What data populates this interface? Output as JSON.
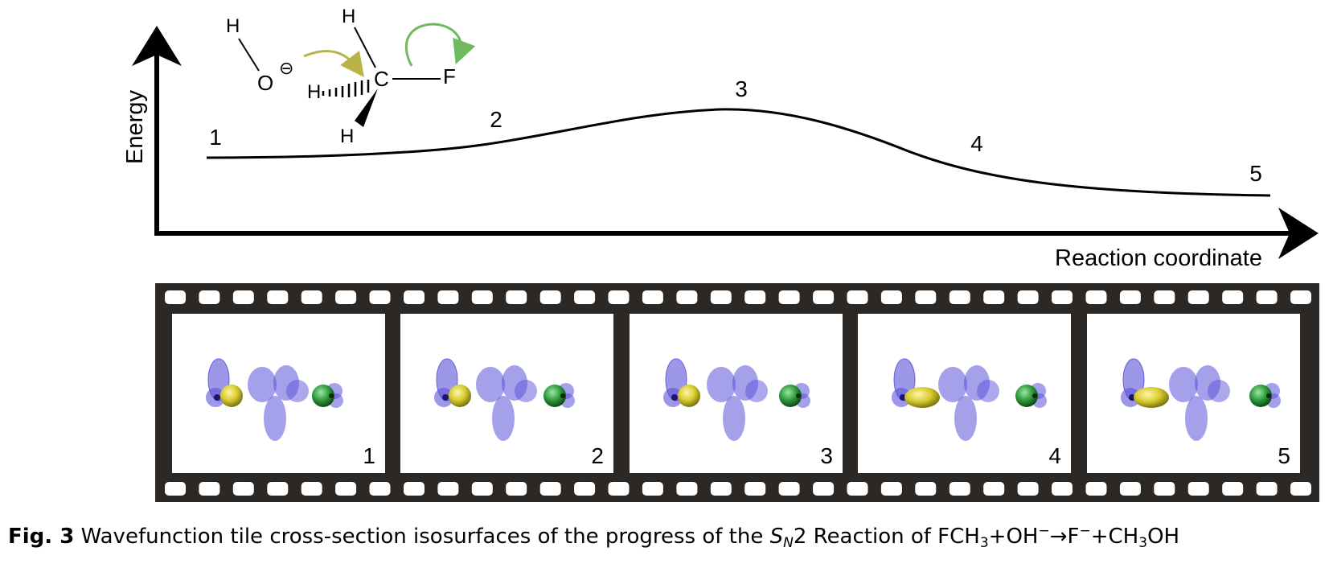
{
  "diagram": {
    "y_axis_label": "Energy",
    "x_axis_label": "Reaction coordinate",
    "curve_point_labels": [
      "1",
      "2",
      "3",
      "4",
      "5"
    ],
    "structure": {
      "atom_h_hydroxyl": "H",
      "atom_o": "O",
      "charge_symbol": "⊖",
      "atom_c": "C",
      "atom_f": "F",
      "atom_h_top": "H",
      "atom_h_left": "H",
      "atom_h_bottom": "H",
      "arrow_colors": {
        "nucleophile_arrow": "#b8b44a",
        "leaving_arrow": "#6fba5f"
      }
    },
    "colors": {
      "film_strip": "#2b2825",
      "lobe_blue": "#5b52d8",
      "lobe_yellow": "#d6cb2f",
      "lobe_green": "#2f9a3c"
    }
  },
  "film_frames": [
    {
      "label": "1"
    },
    {
      "label": "2"
    },
    {
      "label": "3"
    },
    {
      "label": "4"
    },
    {
      "label": "5"
    }
  ],
  "caption": {
    "fig": "Fig. 3",
    "text_before": " Wavefunction tile cross-section isosurfaces of the progress of the ",
    "sn": "S",
    "sn_sub": "N",
    "sn_tail": "2 Reaction of FCH",
    "sub3a": "3",
    "plus_oh": "+OH",
    "sup_minus_a": "−",
    "arrow_f": "→F",
    "sup_minus_b": "−",
    "plus_ch": "+CH",
    "sub3b": "3",
    "oh_end": "OH"
  }
}
